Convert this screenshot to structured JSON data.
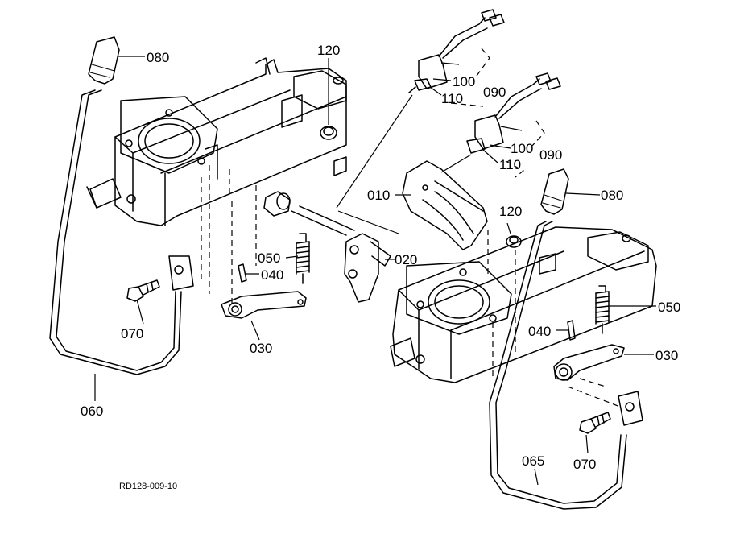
{
  "diagram": {
    "reference": "RD128-009-10",
    "callouts": {
      "knob_left": "080",
      "knob_right": "080",
      "pin_left": "120",
      "pin_right": "120",
      "switch_top_100": "100",
      "switch_top_110": "110",
      "switch_top_090": "090",
      "switch_bot_100": "100",
      "switch_bot_110": "110",
      "switch_bot_090": "090",
      "plate": "010",
      "lever_plate": "020",
      "spring_left": "050",
      "spring_right": "050",
      "pin_040_left": "040",
      "pin_040_right": "040",
      "arm_left": "030",
      "arm_right": "030",
      "bolt_left": "070",
      "bolt_right": "070",
      "rod_left": "060",
      "rod_right": "065"
    }
  }
}
